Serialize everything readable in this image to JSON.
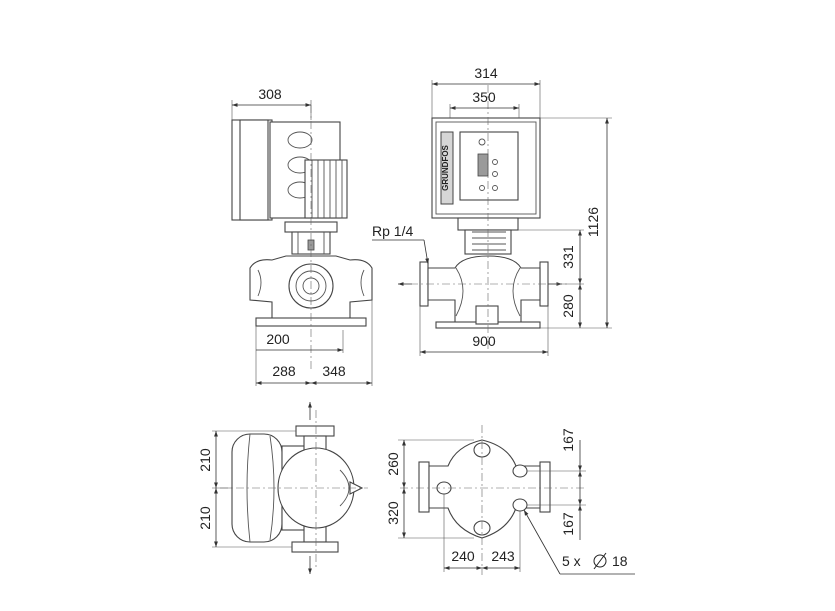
{
  "dimensions": {
    "side_top_width": "308",
    "front_top_width": "314",
    "front_head_width": "350",
    "total_height": "1126",
    "outlet_height": "331",
    "inlet_height": "280",
    "port_to_port": "900",
    "side_base_small": "200",
    "side_base_left": "288",
    "side_base_right": "348",
    "plan_upper": "210",
    "plan_lower": "210",
    "base_upper": "260",
    "base_lower": "320",
    "base_hole_upper": "167",
    "base_hole_lower": "167",
    "base_left": "240",
    "base_right": "243"
  },
  "callouts": {
    "rp": "Rp 1/4",
    "holes_count": "5 x",
    "holes_diameter": "18"
  },
  "logo_text": "GRUNDFOS"
}
